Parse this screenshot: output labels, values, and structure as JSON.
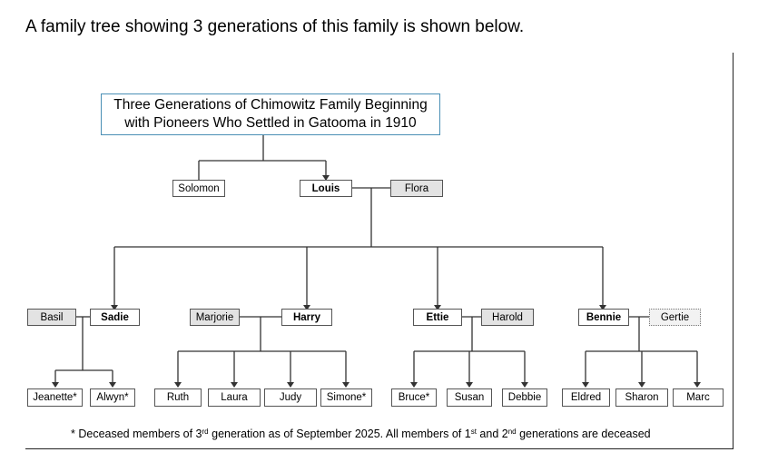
{
  "intro_text": "A family tree showing 3 generations of this family is shown below.",
  "title": {
    "line1": "Three Generations of Chimowitz Family Beginning",
    "line2": "with Pioneers  Who Settled in Gatooma in 1910"
  },
  "generation1": {
    "solomon": "Solomon",
    "louis": "Louis",
    "flora": "Flora"
  },
  "generation2": {
    "basil": "Basil",
    "sadie": "Sadie",
    "marjorie": "Marjorie",
    "harry": "Harry",
    "ettie": "Ettie",
    "harold": "Harold",
    "bennie": "Bennie",
    "gertie": "Gertie"
  },
  "generation3": {
    "jeanette": "Jeanette*",
    "alwyn": "Alwyn*",
    "ruth": "Ruth",
    "laura": "Laura",
    "judy": "Judy",
    "simone": "Simone*",
    "bruce": "Bruce*",
    "susan": "Susan",
    "debbie": "Debbie",
    "eldred": "Eldred",
    "sharon": "Sharon",
    "marc": "Marc"
  },
  "footnote": {
    "part1": "* Deceased members of 3",
    "sup1": "rd",
    "part2": " generation as of September 2025. All members of 1",
    "sup2": "st",
    "part3": " and 2",
    "sup3": "nd",
    "part4": " generations are deceased"
  },
  "colors": {
    "title_border": "#4a8fb5",
    "spouse_fill": "#e3e3e3",
    "line": "#333333"
  }
}
